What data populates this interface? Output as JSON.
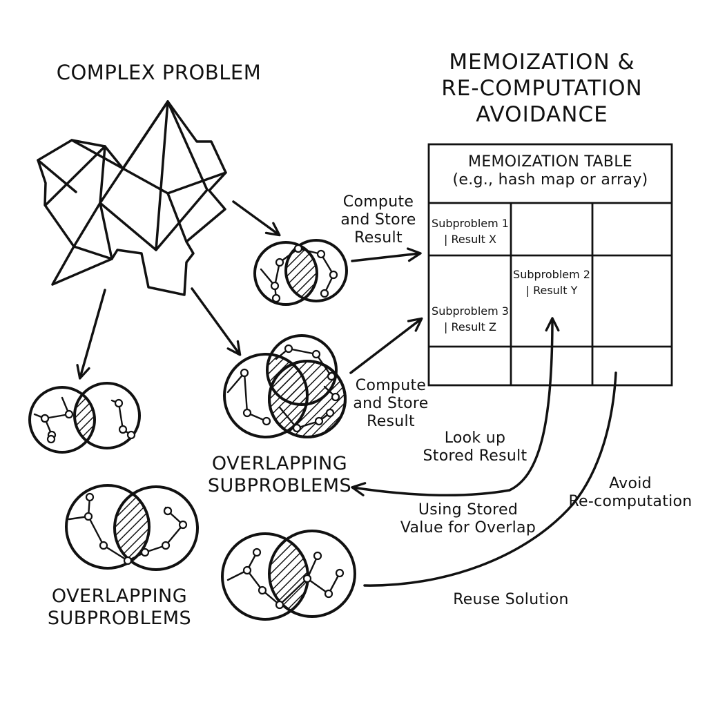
{
  "diagram": {
    "complex_problem_label": "COMPLEX PROBLEM",
    "main_title": "MEMOIZATION &\nRE-COMPUTATION\nAVOIDANCE",
    "table": {
      "header": "MEMOIZATION TABLE\n(e.g., hash map or array)",
      "cells": [
        "Subproblem 1\n| Result X",
        "Subproblem 2\n| Result Y",
        "Subproblem 3\n| Result Z"
      ]
    },
    "edge_labels": {
      "compute_store_top": "Compute\nand Store\nResult",
      "compute_store_bottom": "Compute\nand Store\nResult",
      "look_up": "Look up\nStored Result",
      "using_stored": "Using Stored\nValue for Overlap",
      "avoid_recomputation": "Avoid\nRe-computation",
      "reuse_solution": "Reuse Solution"
    },
    "overlapping_label_middle": "OVERLAPPING\nSUBPROBLEMS",
    "overlapping_label_bottom": "OVERLAPPING\nSUBPROBLEMS"
  },
  "colors": {
    "ink": "#111111",
    "background": "#ffffff"
  }
}
